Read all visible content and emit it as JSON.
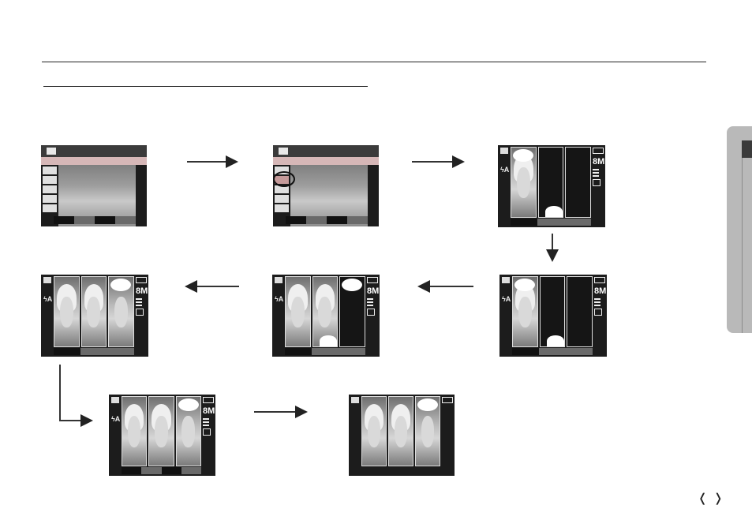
{
  "page": {
    "nav_prev": "❬",
    "nav_next": "❭"
  },
  "icons": {
    "camera": "camera-icon",
    "flash": "flash-auto-icon",
    "battery": "battery-icon",
    "arrow": "arrow-icon"
  },
  "colors": {
    "screen": "#1c1c1c",
    "menu_bar": "#3b3b3b",
    "menu_highlight": "#d6b7b7",
    "side_tab": "#b9b9b9"
  },
  "screens": {
    "s3": {
      "size": "8M"
    },
    "s4": {
      "size": "8M"
    },
    "s5": {
      "size": "8M"
    },
    "s6": {
      "size": "8M"
    },
    "s7": {
      "size": "8M"
    }
  }
}
